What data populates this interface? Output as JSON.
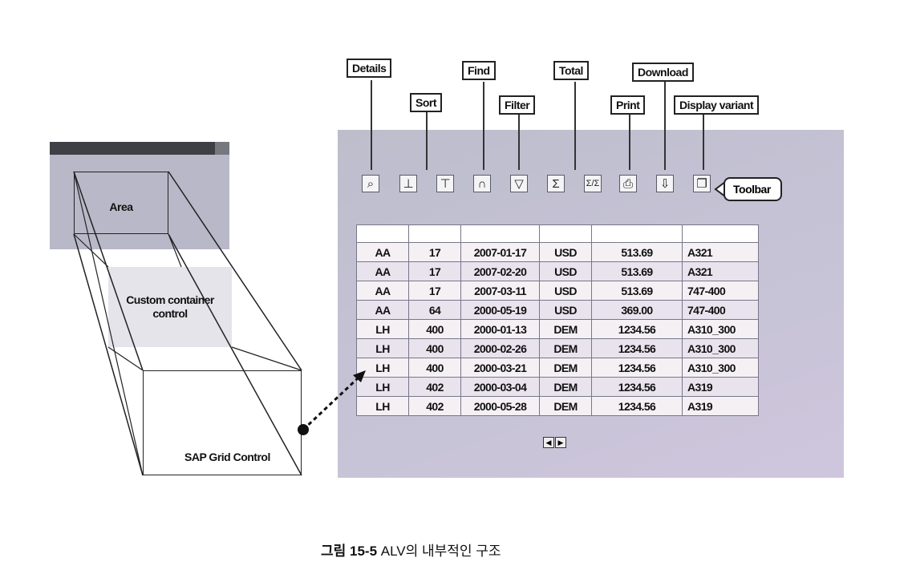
{
  "left": {
    "area_label": "Area",
    "container_label_line1": "Custom container",
    "container_label_line2": "control",
    "grid_label": "SAP Grid Control"
  },
  "callouts": {
    "details": "Details",
    "sort": "Sort",
    "find": "Find",
    "filter": "Filter",
    "total": "Total",
    "print": "Print",
    "download": "Download",
    "display_variant": "Display variant",
    "toolbar": "Toolbar"
  },
  "toolbar_icons": [
    "details-icon",
    "sort-ascending-icon",
    "sort-descending-icon",
    "find-icon",
    "filter-icon",
    "sum-icon",
    "subtotal-icon",
    "print-icon",
    "download-icon",
    "display-variant-icon"
  ],
  "grid": {
    "rows": [
      [
        "AA",
        "17",
        "2007-01-17",
        "USD",
        "513.69",
        "A321"
      ],
      [
        "AA",
        "17",
        "2007-02-20",
        "USD",
        "513.69",
        "A321"
      ],
      [
        "AA",
        "17",
        "2007-03-11",
        "USD",
        "513.69",
        "747-400"
      ],
      [
        "AA",
        "64",
        "2000-05-19",
        "USD",
        "369.00",
        "747-400"
      ],
      [
        "LH",
        "400",
        "2000-01-13",
        "DEM",
        "1234.56",
        "A310_300"
      ],
      [
        "LH",
        "400",
        "2000-02-26",
        "DEM",
        "1234.56",
        "A310_300"
      ],
      [
        "LH",
        "400",
        "2000-03-21",
        "DEM",
        "1234.56",
        "A310_300"
      ],
      [
        "LH",
        "402",
        "2000-03-04",
        "DEM",
        "1234.56",
        "A319"
      ],
      [
        "LH",
        "402",
        "2000-05-28",
        "DEM",
        "1234.56",
        "A319"
      ]
    ]
  },
  "caption": {
    "prefix": "그림 15-5",
    "text": "ALV의 내부적인 구조"
  }
}
